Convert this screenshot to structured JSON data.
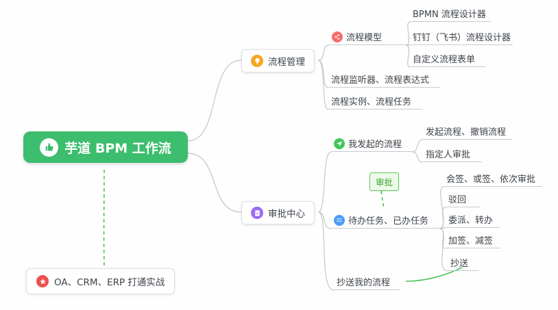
{
  "root": {
    "label": "芋道 BPM 工作流",
    "icon": "thumbs-up-icon",
    "color": "#3dbd6e"
  },
  "branches": {
    "process_mgmt": {
      "label": "流程管理",
      "icon": "bulb-icon",
      "icon_color": "#f6a623"
    },
    "approval_center": {
      "label": "审批中心",
      "icon": "doc-check-icon",
      "icon_color": "#9b6cf5"
    }
  },
  "leaves": {
    "process_model": {
      "label": "流程模型",
      "icon": "flow-icon",
      "icon_color": "#f56c6c"
    },
    "bpmn_designer": {
      "label": "BPMN 流程设计器"
    },
    "dingtalk_designer": {
      "label": "钉钉（飞书）流程设计器"
    },
    "custom_form": {
      "label": "自定义流程表单"
    },
    "listener_expr": {
      "label": "流程监听器、流程表达式"
    },
    "instance_task": {
      "label": "流程实例、流程任务"
    },
    "my_initiated": {
      "label": "我发起的流程",
      "icon": "send-icon",
      "icon_color": "#43c65a"
    },
    "initiate_cancel": {
      "label": "发起流程、撤销流程"
    },
    "assignee": {
      "label": "指定人审批"
    },
    "todo_done": {
      "label": "待办任务、已办任务",
      "icon": "checklist-icon",
      "icon_color": "#4a9ef8"
    },
    "countersign": {
      "label": "会签、或签、依次审批"
    },
    "reject": {
      "label": "驳回"
    },
    "delegate": {
      "label": "委派、转办"
    },
    "addsign": {
      "label": "加签、减签"
    },
    "cc": {
      "label": "抄送"
    },
    "cc_my": {
      "label": "抄送我的流程"
    }
  },
  "annotations": {
    "approval_badge": {
      "label": "审批",
      "color": "#4cc35a"
    },
    "oa_node": {
      "label": "OA、CRM、ERP 打通实战",
      "icon": "star-icon",
      "icon_color": "#ef4f4f"
    }
  },
  "edge_colors": {
    "connector": "#c9cdd1",
    "arrow_green": "#4cc35a"
  }
}
